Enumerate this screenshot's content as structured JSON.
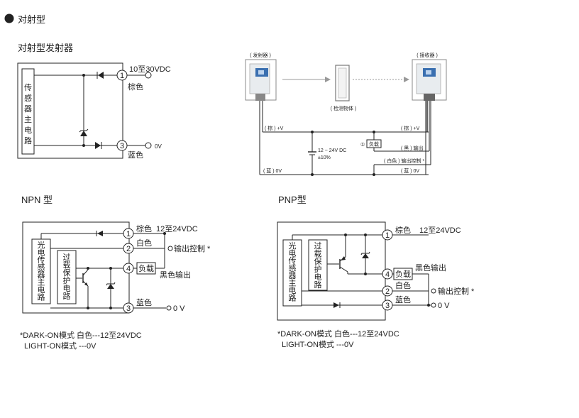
{
  "section_title": "对射型",
  "emitter": {
    "title": "对射型发射器",
    "sensor_circuit": [
      "传",
      "感",
      "器",
      "主",
      "电",
      "路"
    ],
    "pin1_num": "1",
    "pin3_num": "3",
    "pin1_voltage": "10至30VDC",
    "pin1_color": "棕色",
    "pin3_voltage": "0V",
    "pin3_color": "蓝色"
  },
  "wiring": {
    "emitter_label": "( 发射器 )",
    "receiver_label": "( 接收器 )",
    "object_label": "( 检测物体 )",
    "brown_v_left": "( 棕 ) +V",
    "brown_v_right": "( 棕 ) +V",
    "supply_label": "12 ~ 24V DC",
    "supply_tol": "±10%",
    "load_num": "①",
    "load_label": "负载",
    "black_output": "( 黑 ) 输出",
    "white_control": "( 白色 ) 输出控制 *",
    "blue_0v_left": "( 蓝 ) 0V",
    "blue_0v_right": "( 蓝 ) 0V"
  },
  "npn": {
    "title": "NPN 型",
    "sensor_circuit": [
      "光",
      "电",
      "传",
      "感",
      "器",
      "主",
      "电",
      "路"
    ],
    "protection_circuit": [
      "过",
      "载",
      "保",
      "护",
      "电",
      "路"
    ],
    "pin1": "1",
    "pin2": "2",
    "pin3": "3",
    "pin4": "4",
    "brown": "棕色",
    "supply": "12至24VDC",
    "white": "白色",
    "output_control": "输出控制 *",
    "load": "负载",
    "black_output": "黑色输出",
    "blue": "蓝色",
    "zero_v": "0 V"
  },
  "pnp": {
    "title": "PNP型",
    "sensor_circuit": [
      "光",
      "电",
      "传",
      "感",
      "器",
      "主",
      "电",
      "路"
    ],
    "protection_circuit": [
      "过",
      "载",
      "保",
      "护",
      "电",
      "路"
    ],
    "pin1": "1",
    "pin2": "2",
    "pin3": "3",
    "pin4": "4",
    "brown": "棕色",
    "supply": "12至24VDC",
    "load": "负载",
    "black_output": "黑色输出",
    "white": "白色",
    "output_control": "输出控制 *",
    "blue": "蓝色",
    "zero_v": "0 V"
  },
  "notes": {
    "npn_line1": "*DARK-ON模式  白色---12至24VDC",
    "npn_line2": "LIGHT-ON模式 ---0V",
    "pnp_line1": "*DARK-ON模式  白色---12至24VDC",
    "pnp_line2": "LIGHT-ON模式 ---0V"
  }
}
